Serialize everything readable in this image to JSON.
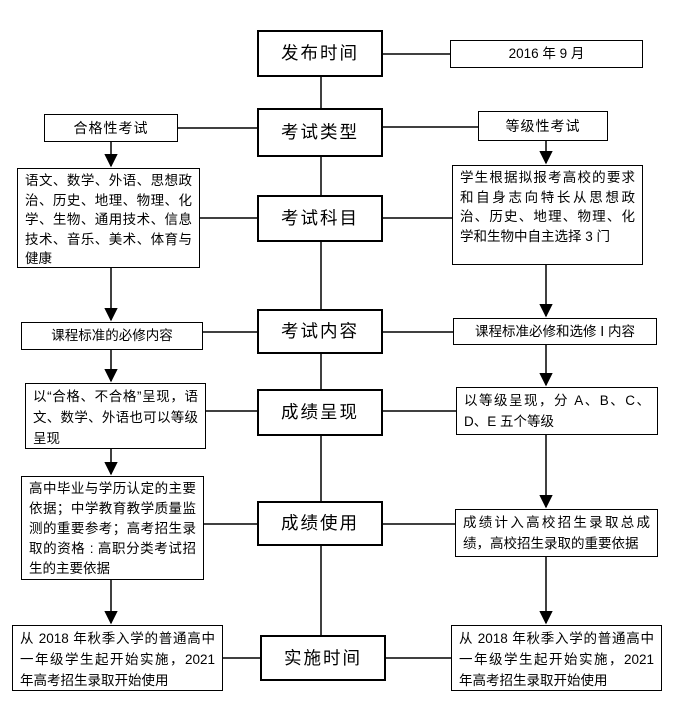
{
  "title": "普通高中学业水平考试说明图",
  "colors": {
    "background": "#ffffff",
    "line": "#000000",
    "border": "#000000",
    "text": "#000000"
  },
  "nodes": {
    "publish_time": "发布时间",
    "publish_date": "2016 年 9 月",
    "exam_type": "考试类型",
    "qualifying_exam": "合格性考试",
    "graded_exam": "等级性考试",
    "exam_subjects": "考试科目",
    "qualifying_subjects": "语文、数学、外语、思想政治、历史、地理、物理、化学、生物、通用技术、信息技术、音乐、美术、体育与健康",
    "graded_subjects": "学生根据拟报考高校的要求和自身志向特长从思想政治、历史、地理、物理、化学和生物中自主选择 3 门",
    "exam_content": "考试内容",
    "qualifying_content": "课程标准的必修内容",
    "graded_content": "课程标准必修和选修 Ⅰ 内容",
    "score_presentation": "成绩呈现",
    "qualifying_presentation": "以“合格、不合格”呈现，语文、数学、外语也可以等级呈现",
    "graded_presentation": "以等级呈现，分 A、B、C、D、E 五个等级",
    "score_usage": "成绩使用",
    "qualifying_usage": "高中毕业与学历认定的主要依据；中学教育教学质量监测的重要参考；高考招生录取的资格 : 高职分类考试招生的主要依据",
    "graded_usage": "成绩计入高校招生录取总成绩，高校招生录取的重要依据",
    "implementation_time": "实施时间",
    "qualifying_implementation": "从 2018 年秋季入学的普通高中一年级学生起开始实施，2021 年高考招生录取开始使用",
    "graded_implementation": "从 2018 年秋季入学的普通高中一年级学生起开始实施，2021 年高考招生录取开始使用"
  }
}
